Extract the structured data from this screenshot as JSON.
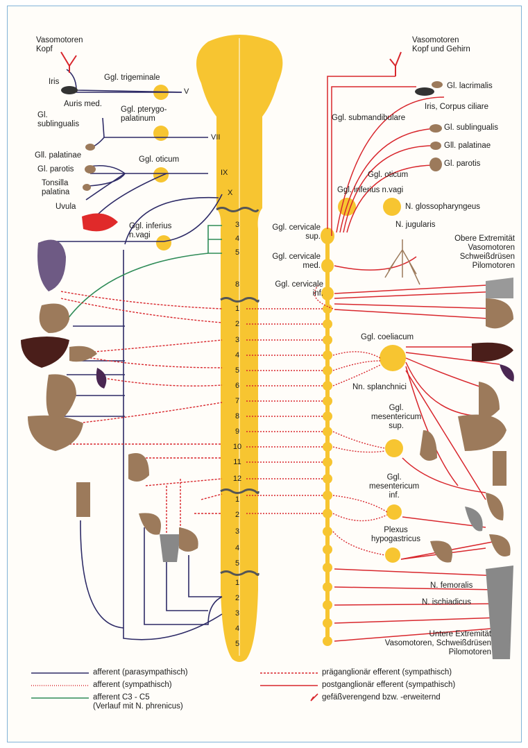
{
  "labels": {
    "vaso_kopf": "Vasomotoren\nKopf",
    "iris_left": "Iris",
    "auris": "Auris med.",
    "ggl_trigeminale": "Ggl. trigeminale",
    "ggl_pterygo": "Ggl. pterygo-\npalatinum",
    "gl_sublingualis_l": "Gl.\nsublingualis",
    "gll_palatinae_l": "Gll. palatinae",
    "gl_parotis_l": "Gl. parotis",
    "tonsilla": "Tonsilla\npalatina",
    "uvula": "Uvula",
    "ggl_oticum_l": "Ggl. oticum",
    "ggl_inferius_l": "Ggl. inferius\nn.vagi",
    "vaso_kopf_gehirn": "Vasomotoren\nKopf und Gehirn",
    "gl_lacrimalis": "Gl. lacrimalis",
    "iris_corpus": "Iris, Corpus ciliare",
    "ggl_submandibulare": "Ggl. submandibulare",
    "gl_sublingualis_r": "Gl. sublingualis",
    "gll_palatinae_r": "Gll. palatinae",
    "gl_parotis_r": "Gl. parotis",
    "ggl_oticum_r": "Ggl. oticum",
    "ggl_inferius_r": "Ggl. inferius n.vagi",
    "n_glosso": "N. glossopharyngeus",
    "n_jugularis": "N. jugularis",
    "ggl_cerv_sup": "Ggl. cervicale\nsup.",
    "ggl_cerv_med": "Ggl. cervicale\nmed.",
    "ggl_cerv_inf": "Ggl. cervicale\ninf.",
    "obere_ext": "Obere Extremität\nVasomotoren\nSchweißdrüsen\nPilomotoren",
    "ggl_coeliacum": "Ggl. coeliacum",
    "nn_splanchnici": "Nn. splanchnici",
    "ggl_mes_sup": "Ggl.\nmesentericum\nsup.",
    "ggl_mes_inf": "Ggl.\nmesentericum\ninf.",
    "plexus_hypo": "Plexus\nhypogastricus",
    "n_femoralis": "N. femoralis",
    "n_ischiadicus": "N. ischiadicus",
    "untere_ext": "Untere Extremität\nVasomotoren, Schweißdrüsen\nPilomotoren"
  },
  "cranial_nerves": [
    "V",
    "VII",
    "IX",
    "X"
  ],
  "segments": {
    "cervical": [
      "3",
      "4",
      "5",
      "8"
    ],
    "thoracic": [
      "1",
      "2",
      "3",
      "4",
      "5",
      "6",
      "7",
      "8",
      "9",
      "10",
      "11",
      "12"
    ],
    "lumbar": [
      "1",
      "2",
      "3",
      "4",
      "5"
    ],
    "sacral": [
      "1",
      "2",
      "3",
      "4",
      "5"
    ]
  },
  "legend": {
    "afferent_para": "afferent (parasympathisch)",
    "afferent_sym": "afferent (sympathisch)",
    "afferent_c3c5": "afferent C3 - C5\n(Verlauf mit N. phrenicus)",
    "praegang": "präganglionär efferent (sympathisch)",
    "postgang": "postganglionär efferent (sympathisch)",
    "gefaess": "gefäßverengend bzw. -erweiternd"
  },
  "colors": {
    "cord": "#f7c531",
    "parasympathetic": "#2d2a66",
    "sympathetic": "#d8262c",
    "phrenic": "#2e8b57",
    "organ": "#9c7a5b"
  }
}
